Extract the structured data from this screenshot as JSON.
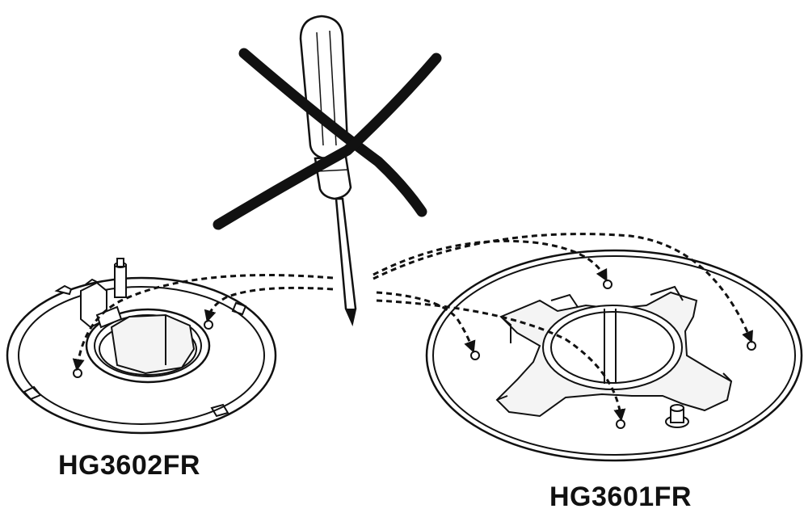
{
  "labels": {
    "left_model": "HG3602FR",
    "right_model": "HG3601FR"
  },
  "colors": {
    "ink": "#111111",
    "paper": "#ffffff",
    "fill_light": "#f4f4f4"
  },
  "icons": {
    "tool": "screwdriver-icon",
    "prohibition": "cross-out-mark"
  }
}
